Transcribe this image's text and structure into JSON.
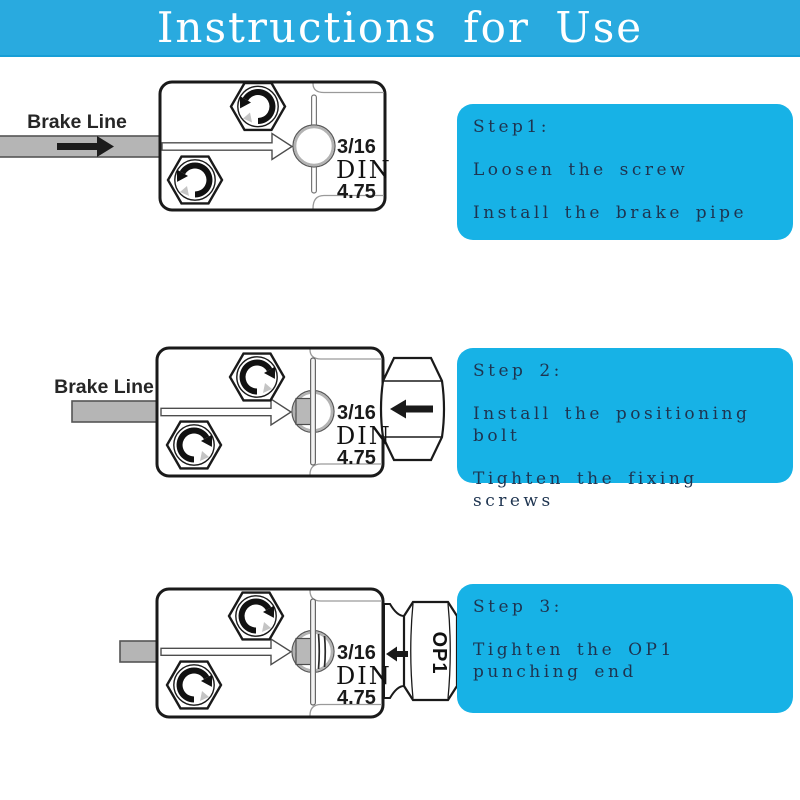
{
  "banner": {
    "title": "Instructions for Use",
    "background": "#29aadf",
    "text_color": "#ffffff"
  },
  "colors": {
    "step_box_bg": "#17b2e6",
    "step_text": "#1e3450",
    "pipe_gray": "#b5b5b5",
    "outline_black": "#1a1a1a"
  },
  "labels": {
    "brake_line": "Brake Line",
    "op1": "OP1"
  },
  "spec": {
    "size": "3/16",
    "standard": "DIN",
    "diameter": "4.75"
  },
  "steps": [
    {
      "heading": "Step1:",
      "lines": [
        "Loosen the screw",
        "Install the brake pipe"
      ]
    },
    {
      "heading": "Step 2:",
      "lines": [
        "Install the positioning bolt",
        "Tighten the fixing screws"
      ]
    },
    {
      "heading": "Step 3:",
      "lines": [
        "Tighten the OP1 punching end"
      ]
    }
  ]
}
